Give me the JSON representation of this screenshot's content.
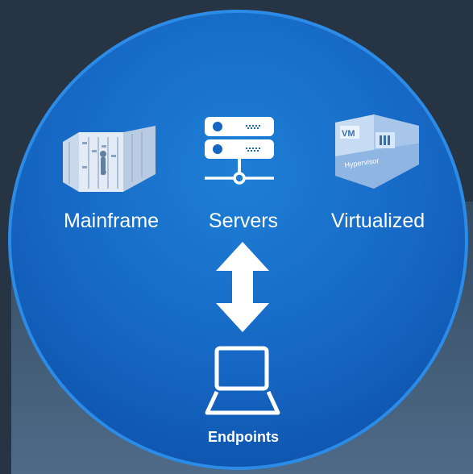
{
  "nodes": {
    "mainframe": {
      "label": "Mainframe",
      "icon": "mainframe-icon"
    },
    "servers": {
      "label": "Servers",
      "icon": "server-rack-icon"
    },
    "virtualized": {
      "label": "Virtualized",
      "icon": "hypervisor-vm-icon",
      "icon_text": [
        "VM",
        "Hypervisor"
      ]
    },
    "endpoints": {
      "label": "Endpoints",
      "icon": "laptop-icon"
    }
  },
  "connector": {
    "icon": "double-arrow-vertical-icon"
  },
  "colors": {
    "background": "#273444",
    "circle": "#1566c2",
    "circle_border": "#2b8be6",
    "text": "#ffffff"
  }
}
